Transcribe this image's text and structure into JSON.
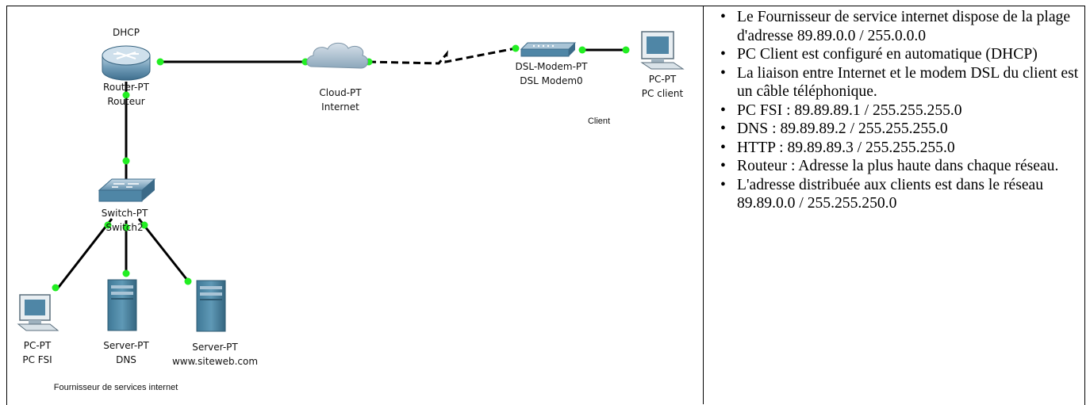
{
  "diagram": {
    "router": {
      "title": "DHCP",
      "type": "Router-PT",
      "name": "Routeur"
    },
    "cloud": {
      "type": "Cloud-PT",
      "name": "Internet"
    },
    "modem": {
      "type": "DSL-Modem-PT",
      "name": "DSL Modem0"
    },
    "pc_client": {
      "type": "PC-PT",
      "name": "PC client"
    },
    "client_area": "Client",
    "switch": {
      "type": "Switch-PT",
      "name": "Switch2"
    },
    "pc_fsi": {
      "type": "PC-PT",
      "name": "PC FSI"
    },
    "server_dns": {
      "type": "Server-PT",
      "name": "DNS"
    },
    "server_web": {
      "type": "Server-PT",
      "name": "www.siteweb.com"
    },
    "isp_area": "Fournisseur de services internet",
    "colors": {
      "link": "#000000",
      "port": "#22ee22",
      "device": "#4f86a6"
    }
  },
  "notes": {
    "bullet": "•",
    "items": [
      "Le Fournisseur de service internet dispose de la plage d'adresse 89.89.0.0 / 255.0.0.0",
      "PC Client est configuré en automatique (DHCP)",
      "La liaison entre Internet et le modem DSL du client est un câble téléphonique.",
      "PC FSI : 89.89.89.1 / 255.255.255.0",
      "DNS : 89.89.89.2 / 255.255.255.0",
      "HTTP : 89.89.89.3 / 255.255.255.0",
      "Routeur : Adresse la plus haute dans chaque réseau.",
      "L'adresse distribuée aux clients est dans le réseau 89.89.0.0 / 255.255.250.0"
    ]
  }
}
